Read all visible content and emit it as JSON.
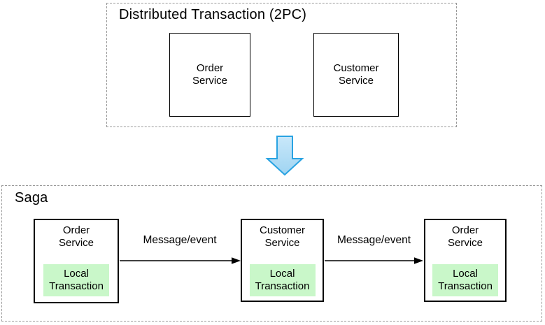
{
  "colors": {
    "background": "#ffffff",
    "text": "#000000",
    "dashed_border": "#999999",
    "box_border": "#000000",
    "local_transaction_fill": "#c9f7c9",
    "transition_arrow_fill_top": "#c9e8fa",
    "transition_arrow_fill_bottom": "#9fd4f2",
    "transition_arrow_stroke": "#29a3e2"
  },
  "top_section": {
    "title": "Distributed Transaction (2PC)",
    "boxes": [
      {
        "label": "Order\nService"
      },
      {
        "label": "Customer\nService"
      }
    ]
  },
  "transition_arrow": {
    "icon": "down-arrow"
  },
  "bottom_section": {
    "title": "Saga",
    "boxes": [
      {
        "label": "Order\nService",
        "inner_label": "Local\nTransaction"
      },
      {
        "label": "Customer\nService",
        "inner_label": "Local\nTransaction"
      },
      {
        "label": "Order\nService",
        "inner_label": "Local\nTransaction"
      }
    ],
    "arrows": [
      {
        "label": "Message/event"
      },
      {
        "label": "Message/event"
      }
    ]
  }
}
